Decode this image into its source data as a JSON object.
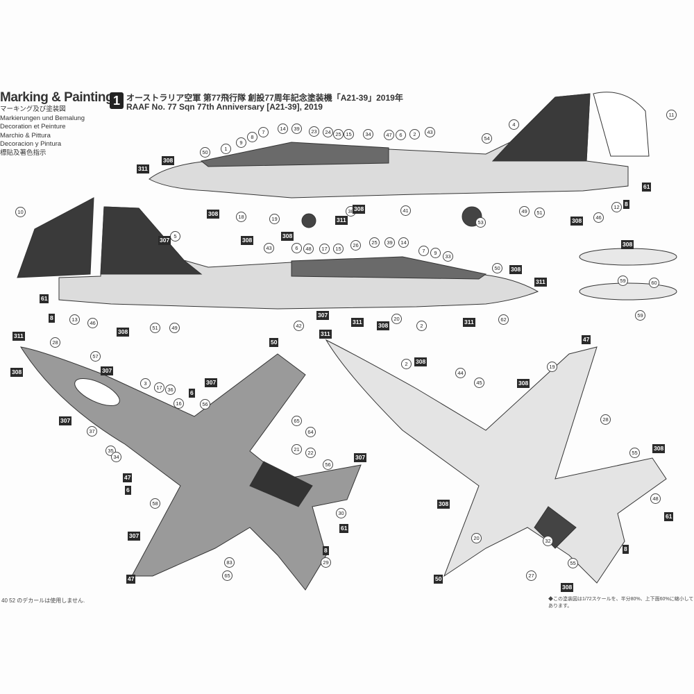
{
  "header": {
    "title": "Marking & Painting",
    "languages": [
      "マーキング及び塗装図",
      "Markierungen und Bemalung",
      "Decoration et Peinture",
      "Marchio & Pittura",
      "Decoracion y Pintura",
      "標貼及著色指示"
    ],
    "scheme_number": "1",
    "scheme_title_jp": "オーストラリア空軍 第77飛行隊 創設77周年記念塗装機「A21-39」2019年",
    "scheme_title_en": "RAAF No. 77 Sqn 77th Anniversary [A21-39], 2019"
  },
  "notes": {
    "bottom_left": "40 52 のデカールは使用しません.",
    "bottom_right": "◆この塗装図は1/72スケールを、半分80%、上下面60%に縮小してあります。"
  },
  "callouts": {
    "circles": [
      "1",
      "9",
      "8",
      "7",
      "14",
      "39",
      "23",
      "24",
      "25",
      "15",
      "34",
      "47",
      "6",
      "2",
      "43",
      "4",
      "54",
      "11",
      "12",
      "46",
      "50",
      "18",
      "19",
      "41",
      "38",
      "53",
      "51",
      "49",
      "10",
      "5",
      "43",
      "6",
      "48",
      "17",
      "15",
      "26",
      "25",
      "39",
      "14",
      "7",
      "9",
      "33",
      "50",
      "42",
      "20",
      "2",
      "62",
      "13",
      "46",
      "51",
      "49",
      "28",
      "57",
      "3",
      "17",
      "36",
      "16",
      "56",
      "37",
      "35",
      "34",
      "58",
      "65",
      "64",
      "21",
      "22",
      "56",
      "30",
      "29",
      "83",
      "65",
      "2",
      "44",
      "45",
      "19",
      "28",
      "55",
      "48",
      "20",
      "32",
      "55",
      "27",
      "60",
      "59",
      "59"
    ],
    "boxes": [
      "308",
      "311",
      "308",
      "307",
      "308",
      "308",
      "61",
      "8",
      "308",
      "311",
      "308",
      "311",
      "61",
      "8",
      "308",
      "307",
      "308",
      "311",
      "308",
      "311",
      "311",
      "308",
      "307",
      "50",
      "307",
      "6",
      "47",
      "6",
      "307",
      "47",
      "307",
      "8",
      "61",
      "307",
      "311",
      "308",
      "47",
      "308",
      "308",
      "61",
      "8",
      "308",
      "50",
      "308",
      "308"
    ]
  },
  "colors": {
    "ink": "#222222",
    "fill_dark": "#3a3a3a",
    "fill_mid": "#9a9a9a",
    "fill_light": "#dcdcdc"
  }
}
